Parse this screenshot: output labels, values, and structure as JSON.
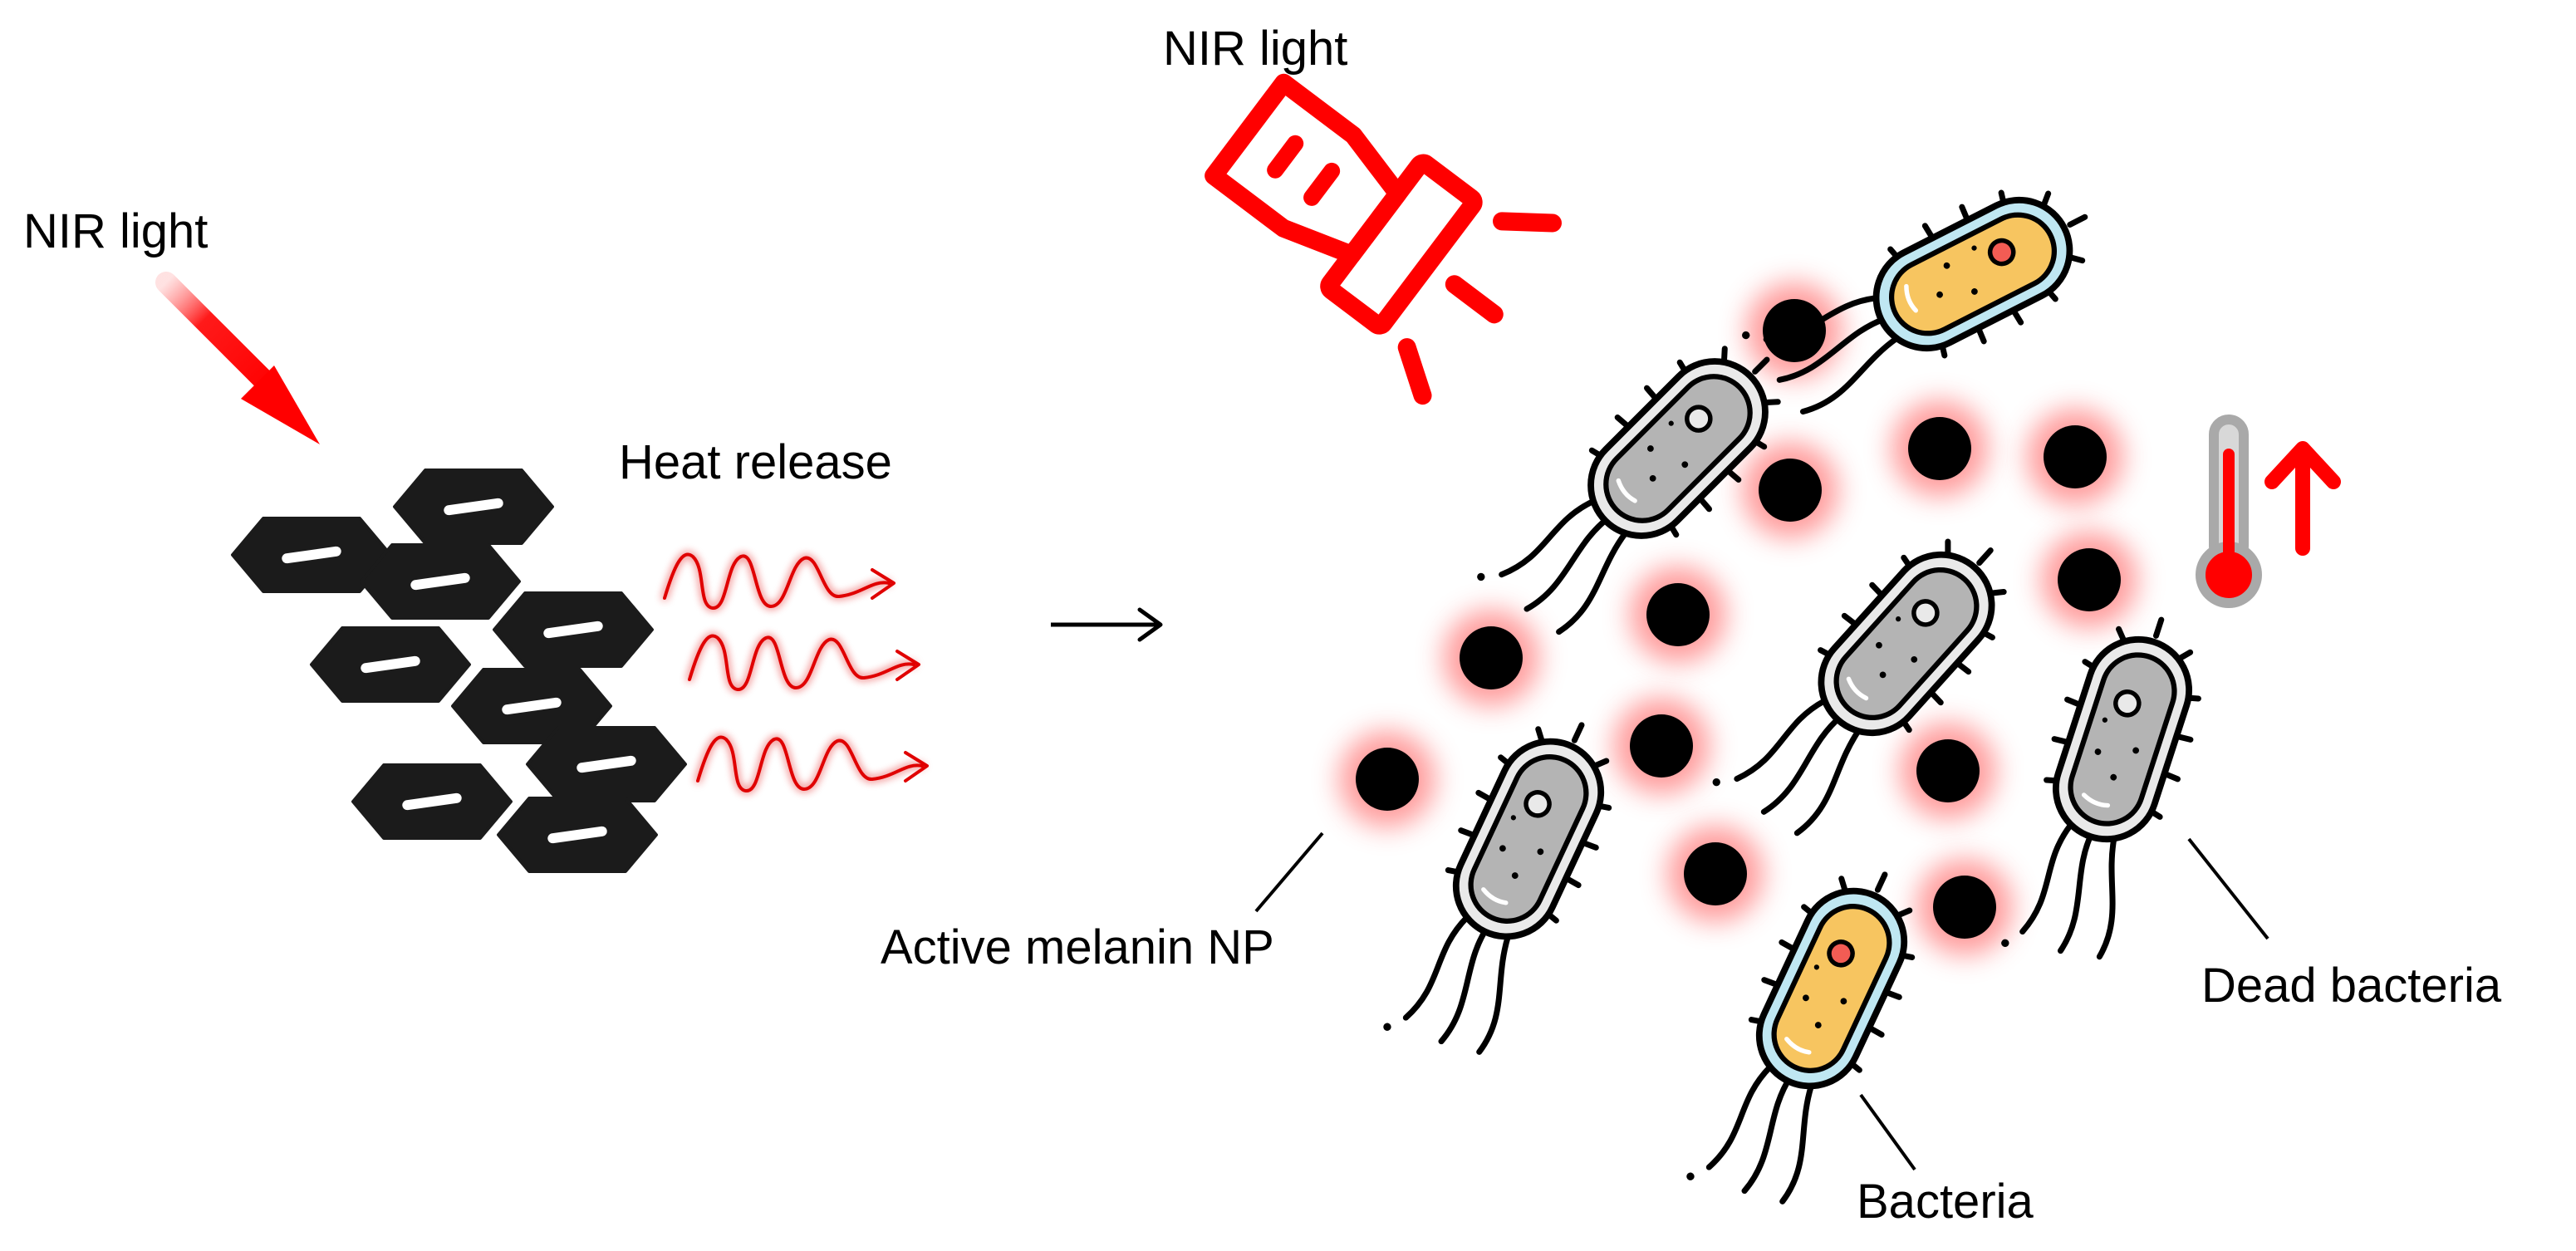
{
  "labels": {
    "nir_left": "NIR light",
    "nir_top": "NIR light",
    "heat_release": "Heat release",
    "active_np": "Active melanin NP",
    "dead_bacteria": "Dead bacteria",
    "bacteria": "Bacteria"
  },
  "icons": {
    "flashlight": "flashlight-icon",
    "thermometer": "thermometer-icon",
    "heat_waves": "heat-wave-icon",
    "bacterium": "bacterium-icon",
    "nanoparticle": "nanoparticle-icon",
    "melanin_sheet": "melanin-sheet-icon"
  },
  "colors": {
    "nir_red": "#ff0000",
    "glow": "#ff8a8a",
    "dead_cell": "#b4b4b4",
    "live_cell": "#f7c560",
    "live_membrane": "#bfe7f2",
    "outline": "#000000"
  }
}
